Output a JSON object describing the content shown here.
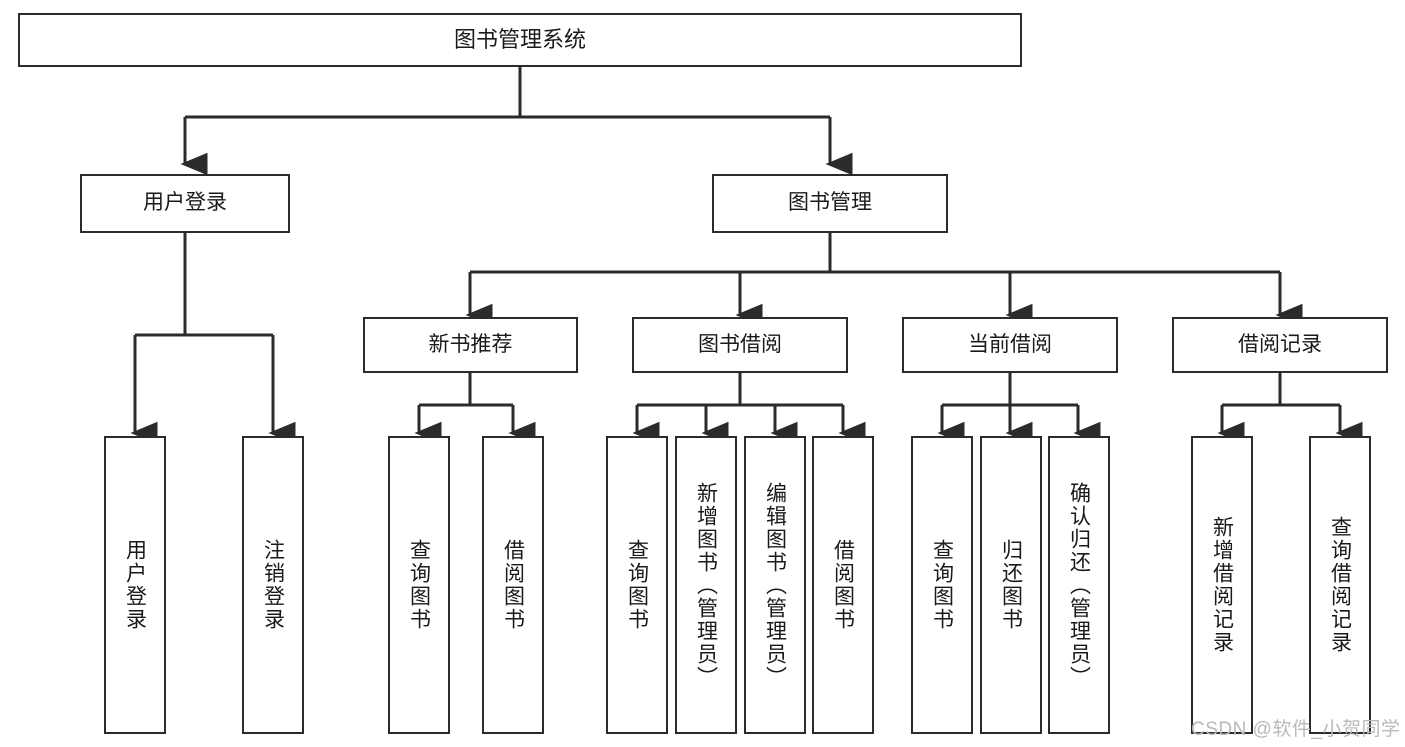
{
  "diagram": {
    "title": "图书管理系统",
    "type": "hierarchy-tree",
    "colors": {
      "box_border": "#2b2b2b",
      "box_fill": "#ffffff",
      "connector": "#2b2b2b",
      "background": "#ffffff",
      "watermark": "#b9b9b9"
    },
    "levels": {
      "root": {
        "label": "图书管理系统"
      },
      "level2": [
        {
          "id": "user-login",
          "label": "用户登录"
        },
        {
          "id": "book-manage",
          "label": "图书管理"
        }
      ],
      "level3": [
        {
          "id": "new-book-recommend",
          "label": "新书推荐"
        },
        {
          "id": "book-borrow",
          "label": "图书借阅"
        },
        {
          "id": "current-borrow",
          "label": "当前借阅"
        },
        {
          "id": "borrow-record",
          "label": "借阅记录"
        }
      ],
      "leaves": {
        "user_login": [
          {
            "id": "leaf-user-login",
            "label": "用户登录"
          },
          {
            "id": "leaf-logout-login",
            "label": "注销登录"
          }
        ],
        "new_book_recommend": [
          {
            "id": "leaf-query-book-1",
            "label": "查询图书"
          },
          {
            "id": "leaf-borrow-book-1",
            "label": "借阅图书"
          }
        ],
        "book_borrow": [
          {
            "id": "leaf-query-book-2",
            "label": "查询图书"
          },
          {
            "id": "leaf-add-book-admin",
            "label": "新增图书（管理员）"
          },
          {
            "id": "leaf-edit-book-admin",
            "label": "编辑图书（管理员）"
          },
          {
            "id": "leaf-borrow-book-2",
            "label": "借阅图书"
          }
        ],
        "current_borrow": [
          {
            "id": "leaf-query-book-3",
            "label": "查询图书"
          },
          {
            "id": "leaf-return-book",
            "label": "归还图书"
          },
          {
            "id": "leaf-confirm-return-admin",
            "label": "确认归还（管理员）"
          }
        ],
        "borrow_record": [
          {
            "id": "leaf-add-borrow-record",
            "label": "新增借阅记录"
          },
          {
            "id": "leaf-query-borrow-record",
            "label": "查询借阅记录"
          }
        ]
      }
    },
    "watermark": "CSDN @软件_小贺同学"
  }
}
